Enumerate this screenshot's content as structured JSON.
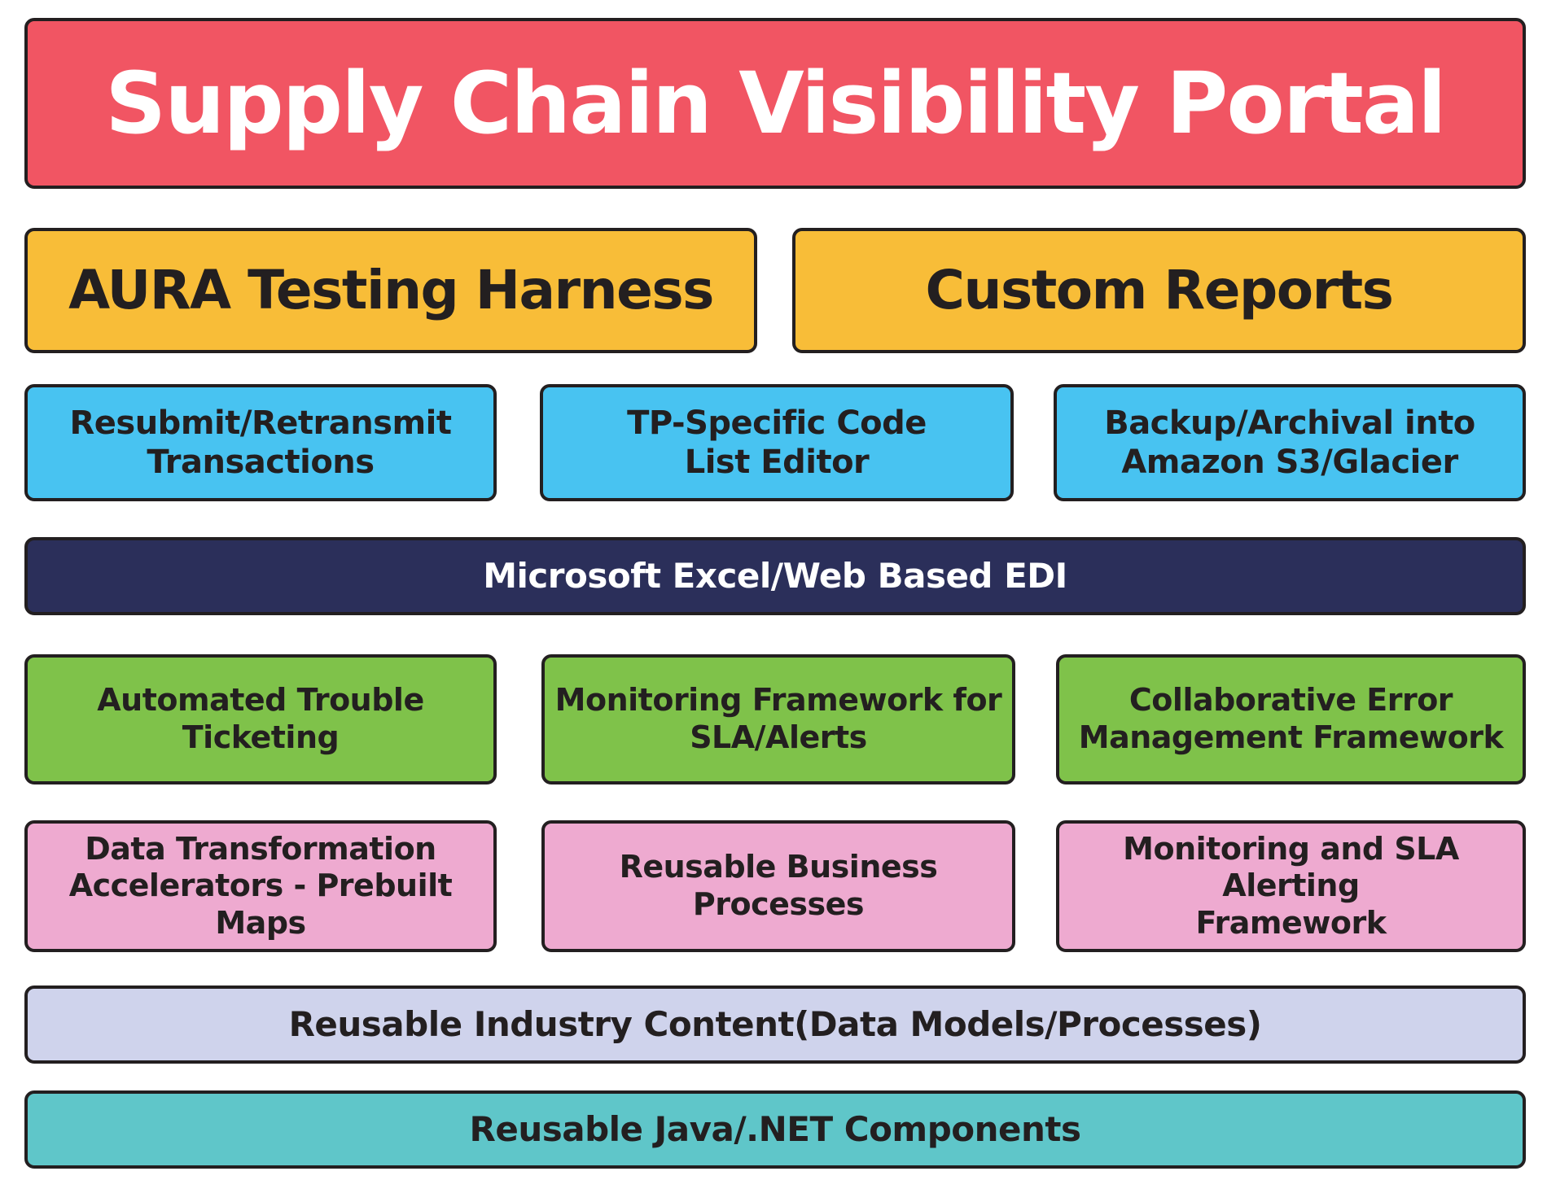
{
  "colors": {
    "portal_red": "#f15563",
    "harness_yellow": "#f8bd38",
    "tools_blue": "#48c3f1",
    "edi_navy": "#2b2f5a",
    "framework_green": "#7fc24a",
    "accelerator_pink": "#eeaad0",
    "industry_lavender": "#cfd3ec",
    "components_teal": "#5fc6c9",
    "outline": "#231f20"
  },
  "layers": {
    "portal": {
      "line1": "Supply Chain Visibility Portal"
    },
    "aura": {
      "line1": "AURA Testing Harness"
    },
    "custom_reports": {
      "line1": "Custom Reports"
    },
    "resubmit": {
      "line1": "Resubmit/Retransmit",
      "line2": "Transactions"
    },
    "tp_code": {
      "line1": "TP-Specific Code",
      "line2": "List Editor"
    },
    "backup": {
      "line1": "Backup/Archival into",
      "line2": "Amazon S3/Glacier"
    },
    "excel_edi": {
      "line1": "Microsoft Excel/Web Based EDI"
    },
    "trouble_ticketing": {
      "line1": "Automated Trouble",
      "line2": "Ticketing"
    },
    "monitoring_framework": {
      "line1": "Monitoring Framework for",
      "line2": "SLA/Alerts"
    },
    "collaborative_error": {
      "line1": "Collaborative Error",
      "line2": "Management Framework"
    },
    "data_transformation": {
      "line1": "Data Transformation",
      "line2": "Accelerators - Prebuilt Maps"
    },
    "reusable_business": {
      "line1": "Reusable Business",
      "line2": "Processes"
    },
    "monitoring_sla": {
      "line1": "Monitoring and SLA Alerting",
      "line2": "Framework"
    },
    "industry_content": {
      "line1": "Reusable Industry Content(Data Models/Processes)"
    },
    "java_net": {
      "line1": "Reusable Java/.NET Components"
    }
  }
}
